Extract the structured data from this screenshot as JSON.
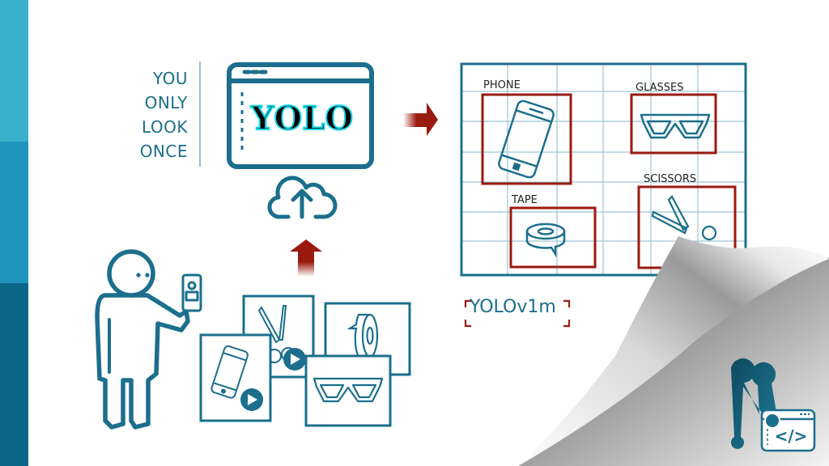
{
  "sidebar": {
    "bands": [
      {
        "color": "#3aafc9"
      },
      {
        "color": "#1f94bd"
      },
      {
        "color": "#0b6687"
      }
    ]
  },
  "motto": {
    "lines": [
      "YOU",
      "ONLY",
      "LOOK",
      "ONCE"
    ]
  },
  "browser_window": {
    "logo_text": "YOLO",
    "icon": "browser-window-icon"
  },
  "upload": {
    "icon": "cloud-upload-icon"
  },
  "arrows": {
    "right": "arrow-right-icon",
    "up": "arrow-up-icon",
    "color": "#9b1a10"
  },
  "detection_grid": {
    "detections": [
      {
        "label": "PHONE",
        "icon": "phone-icon"
      },
      {
        "label": "GLASSES",
        "icon": "glasses-icon"
      },
      {
        "label": "TAPE",
        "icon": "tape-icon"
      },
      {
        "label": "SCISSORS",
        "icon": "scissors-icon"
      }
    ],
    "box_color": "#9b1a10",
    "grid_color": "#1b6f8c"
  },
  "model": {
    "name": "YOLOv1m"
  },
  "input_images": [
    {
      "icon": "scissors-icon",
      "has_play": true
    },
    {
      "icon": "tape-icon",
      "has_play": false
    },
    {
      "icon": "phone-icon",
      "has_play": true
    },
    {
      "icon": "glasses-icon",
      "has_play": false
    }
  ],
  "person": {
    "icon": "person-with-phone-icon"
  },
  "brand": {
    "logo": "n-code-logo-icon"
  },
  "colors": {
    "primary": "#1b6f8c",
    "accent_red": "#9b1a10"
  }
}
